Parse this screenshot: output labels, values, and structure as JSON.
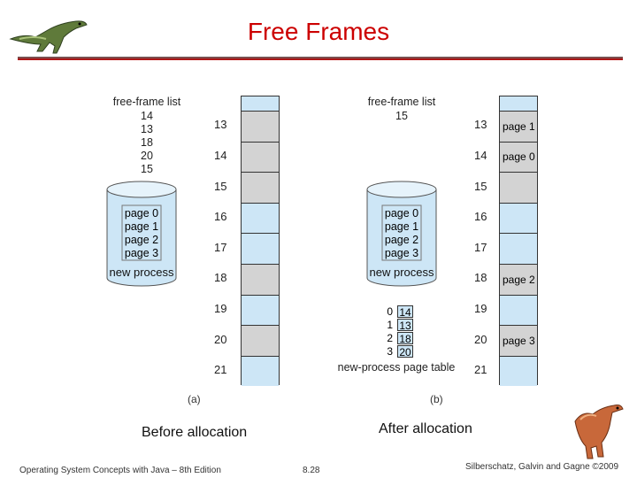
{
  "title": "Free Frames",
  "before_label": "Before allocation",
  "after_label": "After allocation",
  "footer": {
    "left": "Operating System Concepts with Java – 8th Edition",
    "middle": "8.28",
    "right": "Silberschatz, Galvin and Gagne ©2009"
  },
  "figure_a": {
    "caption": "(a)",
    "free_list_title": "free-frame list",
    "free_list": [
      "14",
      "13",
      "18",
      "20",
      "15"
    ],
    "disk_pages": [
      "page 0",
      "page 1",
      "page 2",
      "page 3"
    ],
    "disk_label": "new process",
    "frame_numbers": [
      "13",
      "14",
      "15",
      "16",
      "17",
      "18",
      "19",
      "20",
      "21"
    ],
    "frame_contents": [
      "",
      "",
      "",
      "",
      "",
      "",
      "",
      "",
      ""
    ],
    "frame_states": [
      "used",
      "used",
      "used",
      "free",
      "free",
      "used",
      "free",
      "used",
      "free"
    ]
  },
  "figure_b": {
    "caption": "(b)",
    "free_list_title": "free-frame list",
    "free_list": [
      "15"
    ],
    "disk_pages": [
      "page 0",
      "page 1",
      "page 2",
      "page 3"
    ],
    "disk_label": "new process",
    "frame_numbers": [
      "13",
      "14",
      "15",
      "16",
      "17",
      "18",
      "19",
      "20",
      "21"
    ],
    "frame_contents": [
      "page 1",
      "page 0",
      "",
      "",
      "",
      "page 2",
      "",
      "page 3",
      ""
    ],
    "frame_states": [
      "used",
      "used",
      "used",
      "free",
      "free",
      "used",
      "free",
      "used",
      "free"
    ],
    "page_table_title": "new-process page table",
    "page_table_indices": [
      "0",
      "1",
      "2",
      "3"
    ],
    "page_table_values": [
      "14",
      "13",
      "18",
      "20"
    ]
  },
  "colors": {
    "title": "#cc0000",
    "free_frame": "#cde6f6",
    "used_frame": "#d3d3d3"
  }
}
